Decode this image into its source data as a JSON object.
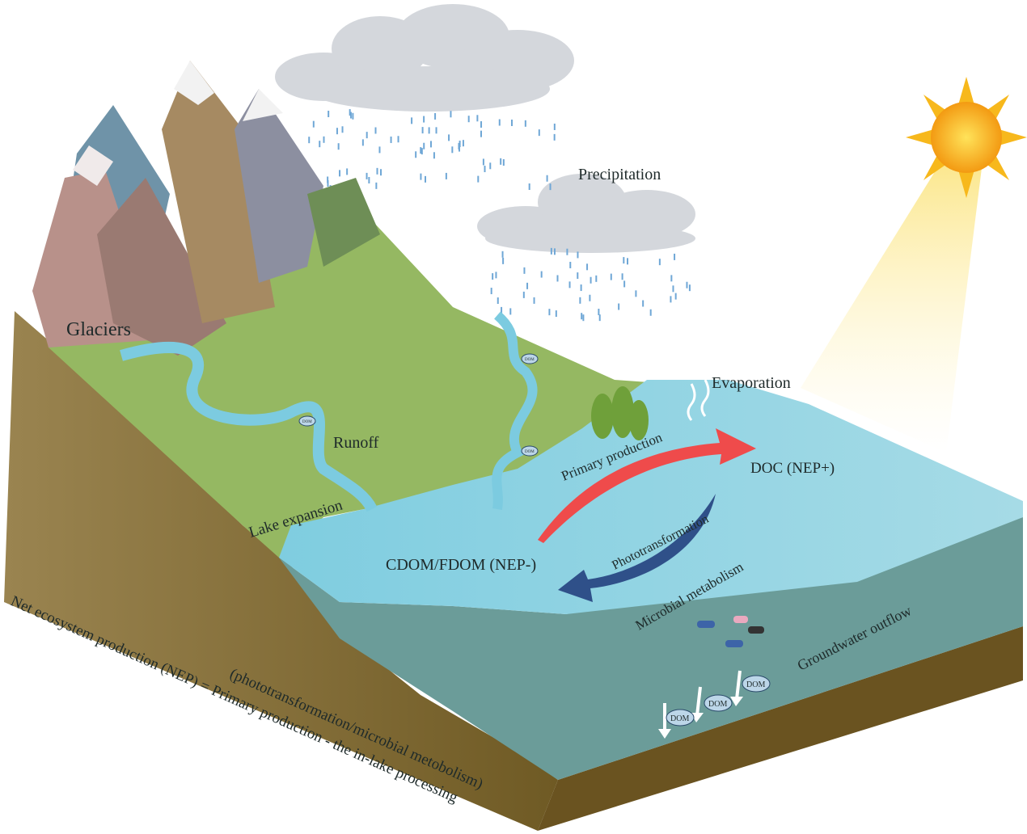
{
  "labels": {
    "glaciers": "Glaciers",
    "precipitation": "Precipitation",
    "evaporation": "Evaporation",
    "runoff": "Runoff",
    "lake_expansion": "Lake expansion",
    "primary_production": "Primary production",
    "doc": "DOC (NEP+)",
    "cdom": "CDOM/FDOM (NEP-)",
    "phototransformation": "Phototransformation",
    "microbial_metabolism": "Microbial metabolism",
    "groundwater_outflow": "Groundwater outflow",
    "dom": "DOM",
    "nep_line1": "Net ecosystem production (NEP) = Primary production - the in-lake processing",
    "nep_line2": "(phototransformation/microbial metobolism)"
  },
  "colors": {
    "soil": "#7a6430",
    "grass": "#8db35a",
    "lake": "#86cfe0",
    "deep_water": "#6a9a96",
    "primary_arrow": "#ee4a4a",
    "processing_arrow": "#2e4f8a",
    "sun": "#f7b81c"
  }
}
